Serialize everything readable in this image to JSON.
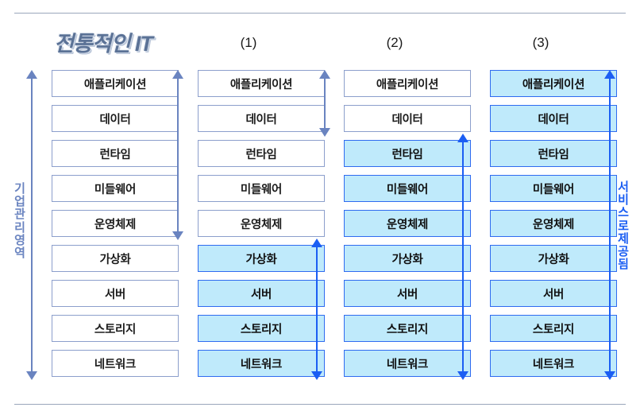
{
  "diagram": {
    "title": "전통적인 IT",
    "top_rule": "horizontal-divider",
    "bottom_rule": "horizontal-divider",
    "layer_names": [
      "애플리케이션",
      "데이터",
      "런타임",
      "미들웨어",
      "운영체제",
      "가상화",
      "서버",
      "스토리지",
      "네트워크"
    ],
    "side_labels": {
      "left": "기업관리 영역",
      "right": "서비스로 제공됨"
    },
    "colors": {
      "managed_border": "#8c9fcc",
      "managed_fill": "#ffffff",
      "service_border": "#2f6bf0",
      "service_fill": "#bfeafb",
      "slate_arrow": "#6a84c0",
      "bright_arrow": "#1b5ef3",
      "title_text": "#5b7296",
      "rule": "#9aa6bb"
    },
    "columns": [
      {
        "key": "traditional",
        "header": "전통적인 IT",
        "header_style": "title",
        "managed_count": 9,
        "service_count": 0,
        "boxes": [
          {
            "label": "애플리케이션",
            "style": "white"
          },
          {
            "label": "데이터",
            "style": "white"
          },
          {
            "label": "런타임",
            "style": "white"
          },
          {
            "label": "미들웨어",
            "style": "white"
          },
          {
            "label": "운영체제",
            "style": "white"
          },
          {
            "label": "가상화",
            "style": "white"
          },
          {
            "label": "서버",
            "style": "white"
          },
          {
            "label": "스토리지",
            "style": "white"
          },
          {
            "label": "네트워크",
            "style": "white"
          }
        ]
      },
      {
        "key": "model-1",
        "header": "(1)",
        "header_style": "plain",
        "managed_count": 5,
        "service_count": 4,
        "boxes": [
          {
            "label": "애플리케이션",
            "style": "white"
          },
          {
            "label": "데이터",
            "style": "white"
          },
          {
            "label": "런타임",
            "style": "white"
          },
          {
            "label": "미들웨어",
            "style": "white"
          },
          {
            "label": "운영체제",
            "style": "white"
          },
          {
            "label": "가상화",
            "style": "blue"
          },
          {
            "label": "서버",
            "style": "blue"
          },
          {
            "label": "스토리지",
            "style": "blue"
          },
          {
            "label": "네트워크",
            "style": "blue"
          }
        ]
      },
      {
        "key": "model-2",
        "header": "(2)",
        "header_style": "plain",
        "managed_count": 2,
        "service_count": 7,
        "boxes": [
          {
            "label": "애플리케이션",
            "style": "white"
          },
          {
            "label": "데이터",
            "style": "white"
          },
          {
            "label": "런타임",
            "style": "blue"
          },
          {
            "label": "미들웨어",
            "style": "blue"
          },
          {
            "label": "운영체제",
            "style": "blue"
          },
          {
            "label": "가상화",
            "style": "blue"
          },
          {
            "label": "서버",
            "style": "blue"
          },
          {
            "label": "스토리지",
            "style": "blue"
          },
          {
            "label": "네트워크",
            "style": "blue"
          }
        ]
      },
      {
        "key": "model-3",
        "header": "(3)",
        "header_style": "plain",
        "managed_count": 0,
        "service_count": 9,
        "boxes": [
          {
            "label": "애플리케이션",
            "style": "blue"
          },
          {
            "label": "데이터",
            "style": "blue"
          },
          {
            "label": "런타임",
            "style": "blue"
          },
          {
            "label": "미들웨어",
            "style": "blue"
          },
          {
            "label": "운영체제",
            "style": "blue"
          },
          {
            "label": "가상화",
            "style": "blue"
          },
          {
            "label": "서버",
            "style": "blue"
          },
          {
            "label": "스토리지",
            "style": "blue"
          },
          {
            "label": "네트워크",
            "style": "blue"
          }
        ]
      }
    ]
  }
}
